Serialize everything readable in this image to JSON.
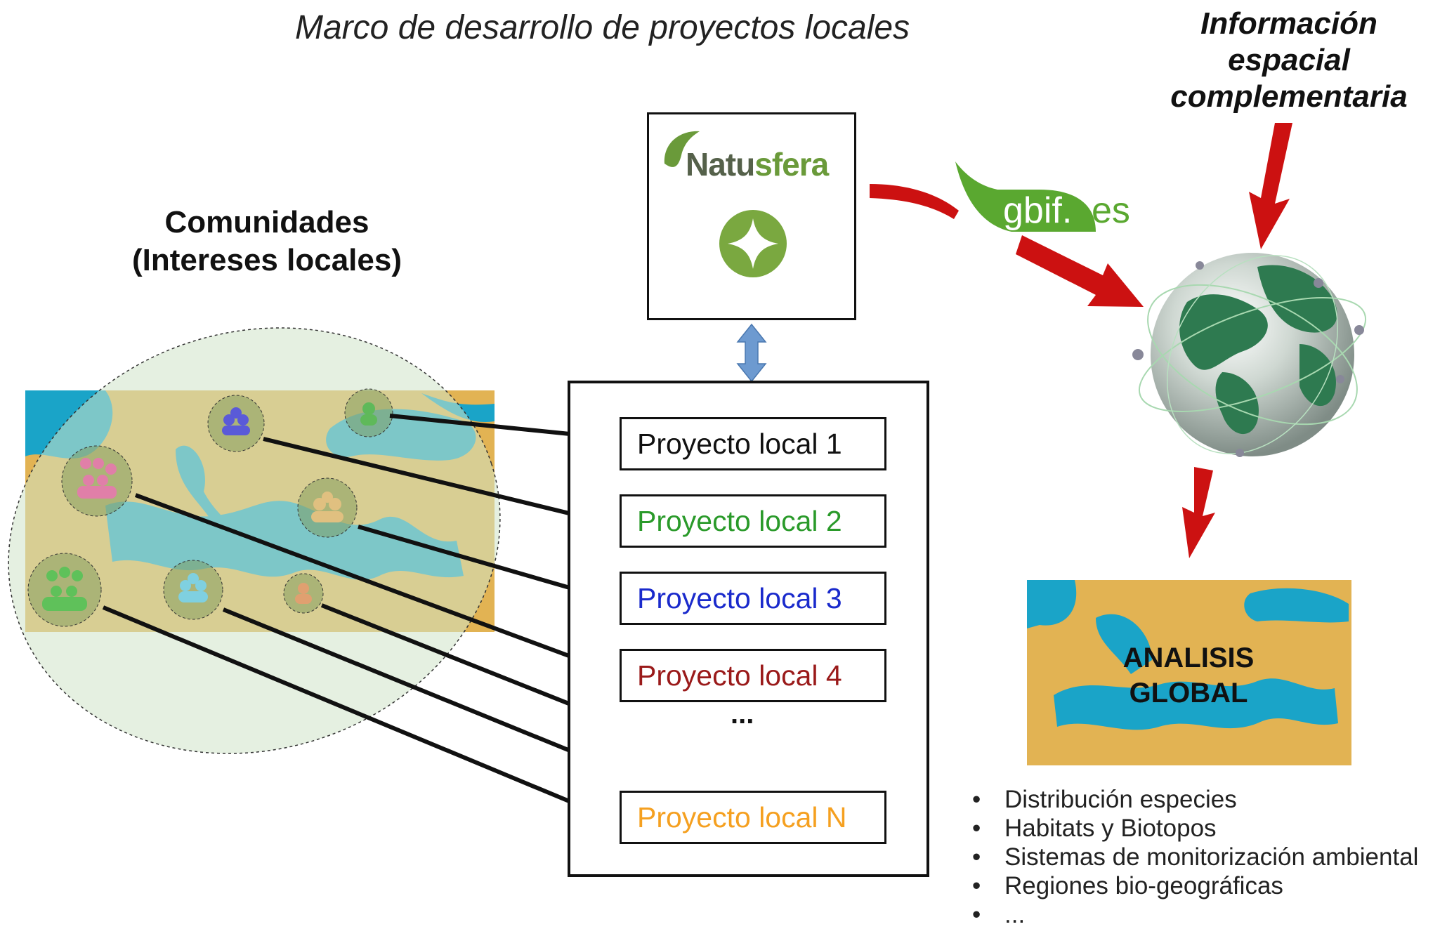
{
  "title": "Marco de desarrollo de proyectos locales",
  "info_title": [
    "Información",
    "espacial",
    "complementaria"
  ],
  "communities_title": [
    "Comunidades",
    "(Intereses locales)"
  ],
  "natusfera": {
    "part1": "Natu",
    "part2": "sfera"
  },
  "gbif": {
    "name": "gbif.",
    "suffix": "es"
  },
  "projects": [
    {
      "label": "Proyecto local 1",
      "color": "#111111"
    },
    {
      "label": "Proyecto local 2",
      "color": "#2a9a2a"
    },
    {
      "label": "Proyecto local 3",
      "color": "#1a2acc"
    },
    {
      "label": "Proyecto local 4",
      "color": "#9a1a1a"
    },
    {
      "label": "Proyecto local N",
      "color": "#f5a020"
    }
  ],
  "ellipsis": "...",
  "analysis": [
    "ANALISIS",
    "GLOBAL"
  ],
  "bullets": [
    "Distribución especies",
    "Habitats y Biotopos",
    "Sistemas de monitorización ambiental",
    "Regiones bio-geográficas",
    "..."
  ],
  "colors": {
    "map_land": "#e2b353",
    "map_sea": "#1aa4c8",
    "arrow_red": "#cc1111",
    "double_arrow": "#6d9ad0",
    "community_zone": "#cfe3c8"
  },
  "icons": [
    "people-group-icon",
    "natusfera-logo-icon",
    "gbif-logo-icon",
    "globe-icon",
    "double-arrow-icon"
  ]
}
